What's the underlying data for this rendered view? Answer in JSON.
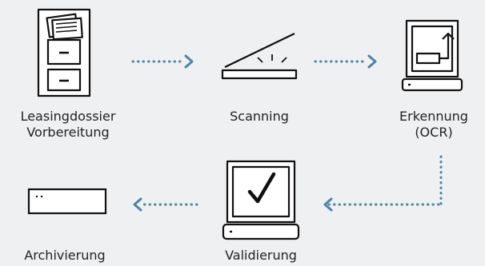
{
  "steps": {
    "leasing": {
      "label": "Leasingdossier\nVorbereitung"
    },
    "scanning": {
      "label": "Scanning"
    },
    "ocr": {
      "label": "Erkennung\n(OCR)"
    },
    "validation": {
      "label": "Validierung"
    },
    "archive": {
      "label": "Archivierung"
    }
  },
  "colors": {
    "background": "#eef0f2",
    "line": "#111111",
    "arrow": "#4a86a8"
  }
}
